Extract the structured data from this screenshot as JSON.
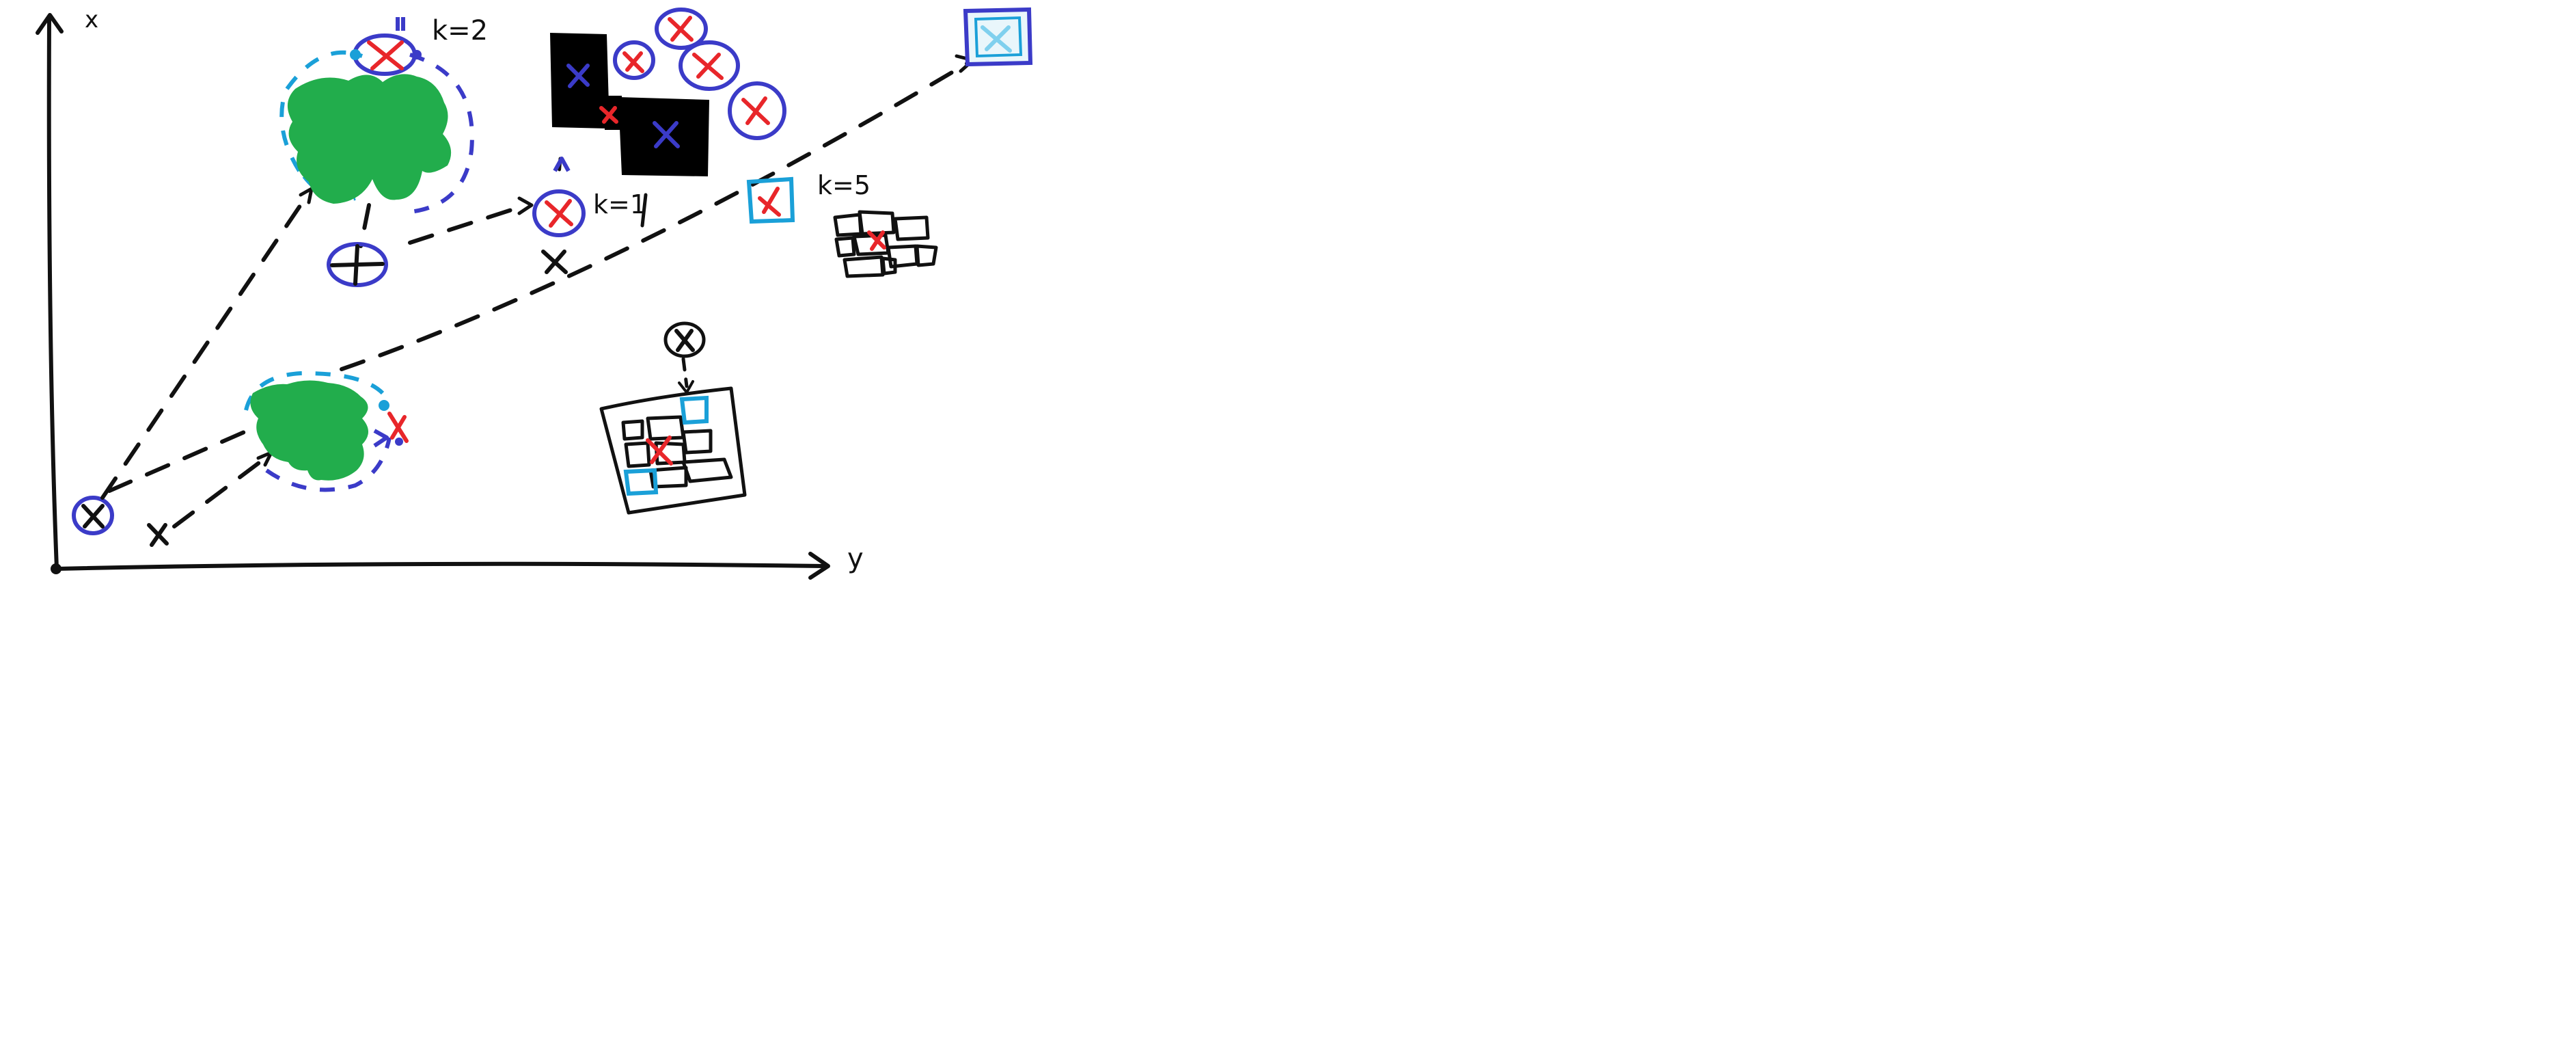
{
  "axes": {
    "vertical_label": "x",
    "horizontal_label": "y"
  },
  "labels": {
    "k2": "k=2",
    "k1": "k=1",
    "k5": "k=5"
  },
  "colors": {
    "cluster_green": "#22ad4c",
    "outline_blue": "#3b3bc8",
    "outline_cyan": "#1aa0d8",
    "mark_red": "#e8262a",
    "ink_black": "#111111"
  },
  "icons": {
    "cross_mark": "x-mark-icon",
    "arrow_head": "arrow-head-icon"
  }
}
